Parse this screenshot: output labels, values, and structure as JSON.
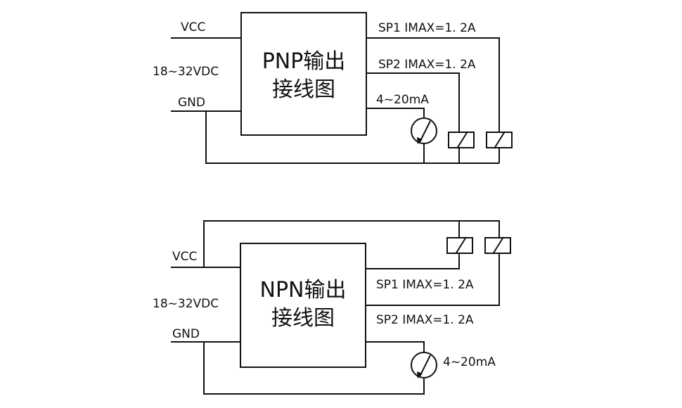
{
  "pnp": {
    "title_line1": "PNP输出",
    "title_line2": "接线图",
    "vcc": "VCC",
    "voltage": "18~32VDC",
    "gnd": "GND",
    "sp1": "SP1 IMAX=1. 2A",
    "sp2": "SP2 IMAX=1. 2A",
    "current": "4~20mA"
  },
  "npn": {
    "title_line1": "NPN输出",
    "title_line2": "接线图",
    "vcc": "VCC",
    "voltage": "18~32VDC",
    "gnd": "GND",
    "sp1": "SP1 IMAX=1. 2A",
    "sp2": "SP2 IMAX=1. 2A",
    "current": "4~20mA"
  }
}
